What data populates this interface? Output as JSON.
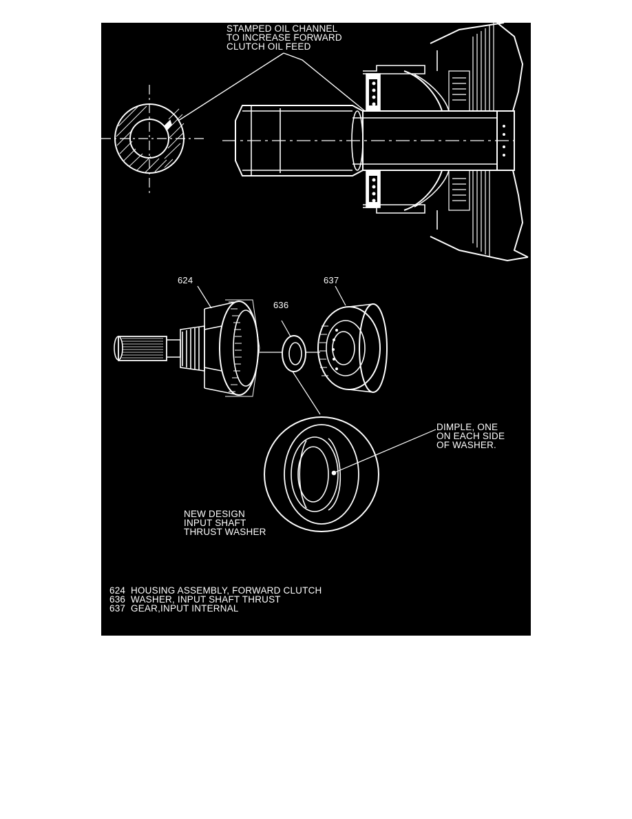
{
  "callouts": {
    "oil_channel": [
      "STAMPED OIL CHANNEL",
      "TO INCREASE FORWARD",
      "CLUTCH OIL FEED"
    ],
    "dimple": [
      "DIMPLE, ONE",
      "ON EACH SIDE",
      "OF WASHER."
    ],
    "new_design": [
      "NEW DESIGN",
      "INPUT SHAFT",
      "THRUST WASHER"
    ]
  },
  "part_numbers": {
    "housing": "624",
    "washer": "636",
    "gear": "637"
  },
  "legend": [
    {
      "number": "624",
      "text": "HOUSING ASSEMBLY, FORWARD CLUTCH"
    },
    {
      "number": "636",
      "text": "WASHER, INPUT SHAFT THRUST"
    },
    {
      "number": "637",
      "text": "GEAR,INPUT INTERNAL"
    }
  ],
  "colors": {
    "background": "#000000",
    "ink": "#ffffff"
  }
}
